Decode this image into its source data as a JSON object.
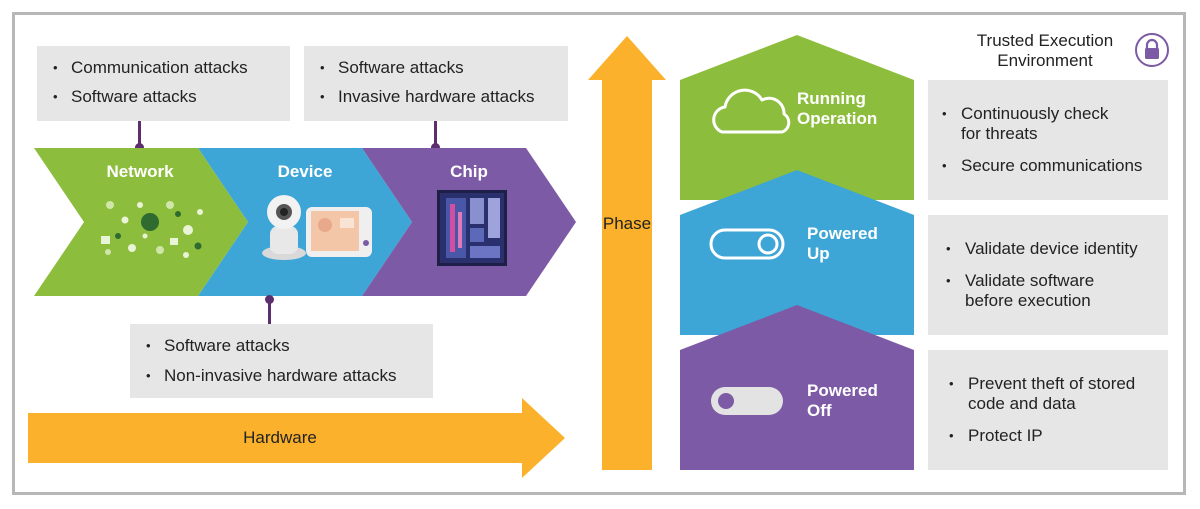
{
  "colors": {
    "green": "#8dbd3d",
    "blue": "#3ea6d6",
    "purple": "#7c5aa6",
    "orange": "#fbb12b",
    "gray_box": "#e6e6e6",
    "border": "#b7b7b7",
    "connector": "#5c2e6e"
  },
  "hardware": {
    "network": {
      "label": "Network",
      "icon": "network-devices-icon",
      "attacks": [
        "Communication attacks",
        "Software attacks"
      ]
    },
    "device": {
      "label": "Device",
      "icon": "baby-monitor-camera-icon",
      "attacks": [
        "Software attacks",
        "Non-invasive hardware attacks"
      ]
    },
    "chip": {
      "label": "Chip",
      "icon": "chip-die-icon",
      "attacks": [
        "Software attacks",
        "Invasive hardware attacks"
      ]
    },
    "axis_label": "Hardware"
  },
  "phase": {
    "axis_label": "Phase",
    "tee": {
      "line1": "Trusted Execution",
      "line2": "Environment",
      "icon": "lock-icon"
    },
    "stages": [
      {
        "line1": "Running",
        "line2": "Operation",
        "icon": "cloud-icon",
        "items": [
          {
            "line1": "Continuously check",
            "line2": "for threats"
          },
          {
            "line1": "Secure communications",
            "line2": ""
          }
        ]
      },
      {
        "line1": "Powered",
        "line2": "Up",
        "icon": "toggle-on-icon",
        "items": [
          {
            "line1": "Validate device identity",
            "line2": ""
          },
          {
            "line1": "Validate software",
            "line2": "before execution"
          }
        ]
      },
      {
        "line1": "Powered",
        "line2": "Off",
        "icon": "toggle-off-icon",
        "items": [
          {
            "line1": "Prevent theft of stored",
            "line2": "code and data"
          },
          {
            "line1": "Protect IP",
            "line2": ""
          }
        ]
      }
    ]
  }
}
